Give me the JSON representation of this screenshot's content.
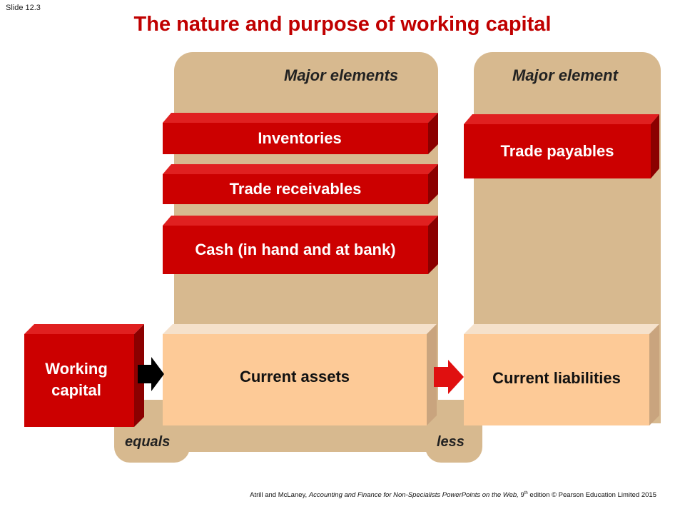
{
  "slide_number": "Slide 12.3",
  "title": "The nature and purpose of working capital",
  "columns": {
    "assets_header": "Major elements",
    "liabilities_header": "Major element"
  },
  "asset_elements": [
    {
      "label": "Inventories"
    },
    {
      "label": "Trade receivables"
    },
    {
      "label": "Cash (in hand and at bank)"
    }
  ],
  "liability_elements": [
    {
      "label": "Trade payables"
    }
  ],
  "working_capital": {
    "line1": "Working",
    "line2": "capital"
  },
  "current_assets": "Current assets",
  "current_liabilities": "Current liabilities",
  "operators": {
    "equals": "equals",
    "less": "less"
  },
  "footer": {
    "authors": "Atrill and McLaney,",
    "book_title": "Accounting and Finance for Non-Specialists PowerPoints on the Web,",
    "edition_number": "9",
    "edition_suffix": "th",
    "rest": "edition © Pearson Education Limited 2015"
  },
  "colors": {
    "title_red": "#c00000",
    "box_red": "#cc0000",
    "box_red_dark": "#8b0000",
    "tan": "#d7b98f",
    "peach": "#fdca97",
    "peach_side": "#c9a47e"
  }
}
